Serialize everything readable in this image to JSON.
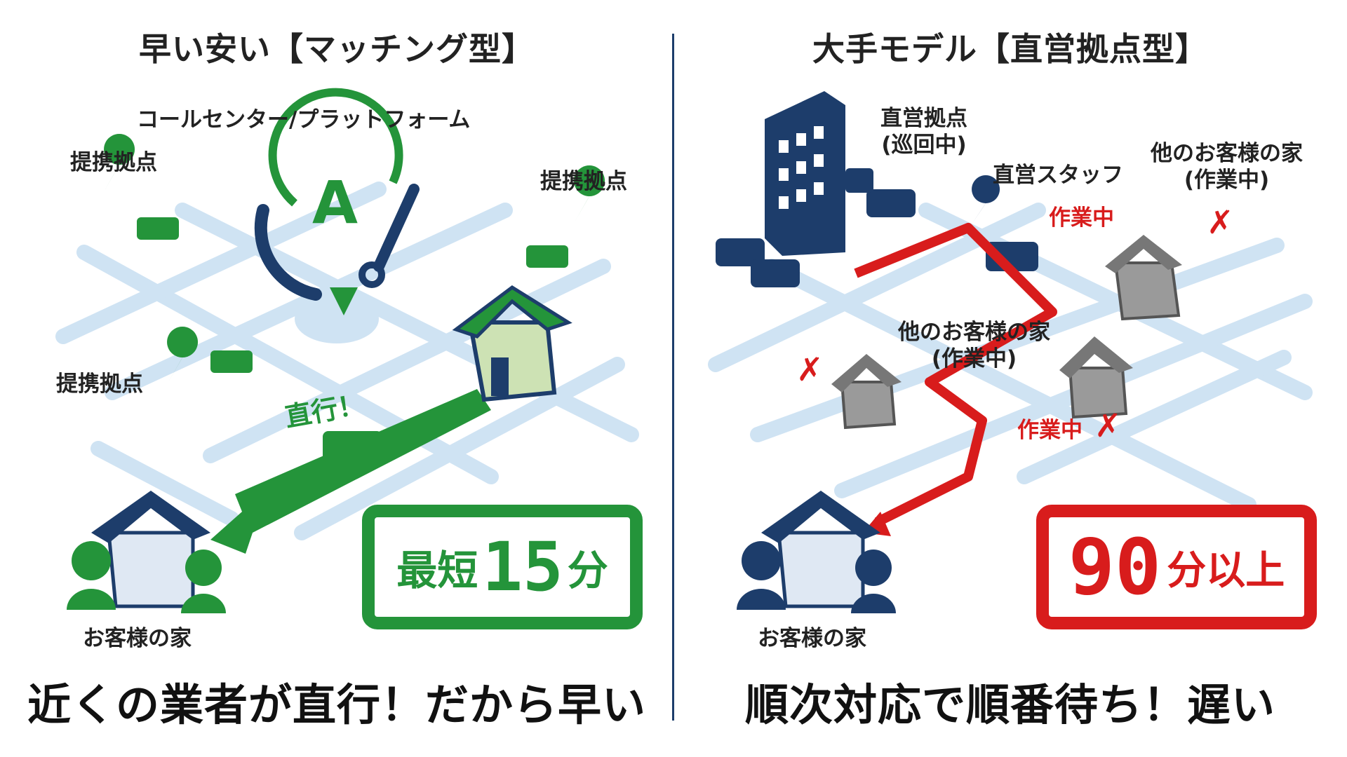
{
  "colors": {
    "green": "#24943a",
    "navy": "#1d3d6b",
    "red": "#d81c1c",
    "road": "#cfe3f3"
  },
  "left": {
    "title": "早い安い【マッチング型】",
    "platform_label": "コールセンター/プラットフォーム",
    "platform_icon": "A",
    "partner_label": "提携拠点",
    "direct_label": "直行！",
    "home_label": "お客様の家",
    "clock_prefix": "最短",
    "clock_number": "15",
    "clock_unit": "分",
    "caption": "近くの業者が直行！だから早い"
  },
  "right": {
    "title": "大手モデル【直営拠点型】",
    "hq_label": "直営拠点\n(巡回中)",
    "staff_label": "直営スタッフ",
    "working_label": "作業中",
    "other_home_label": "他のお客様の家\n(作業中)",
    "home_label": "お客様の家",
    "clock_number": "90",
    "clock_suffix": "分以上",
    "caption": "順次対応で順番待ち！遅い"
  }
}
